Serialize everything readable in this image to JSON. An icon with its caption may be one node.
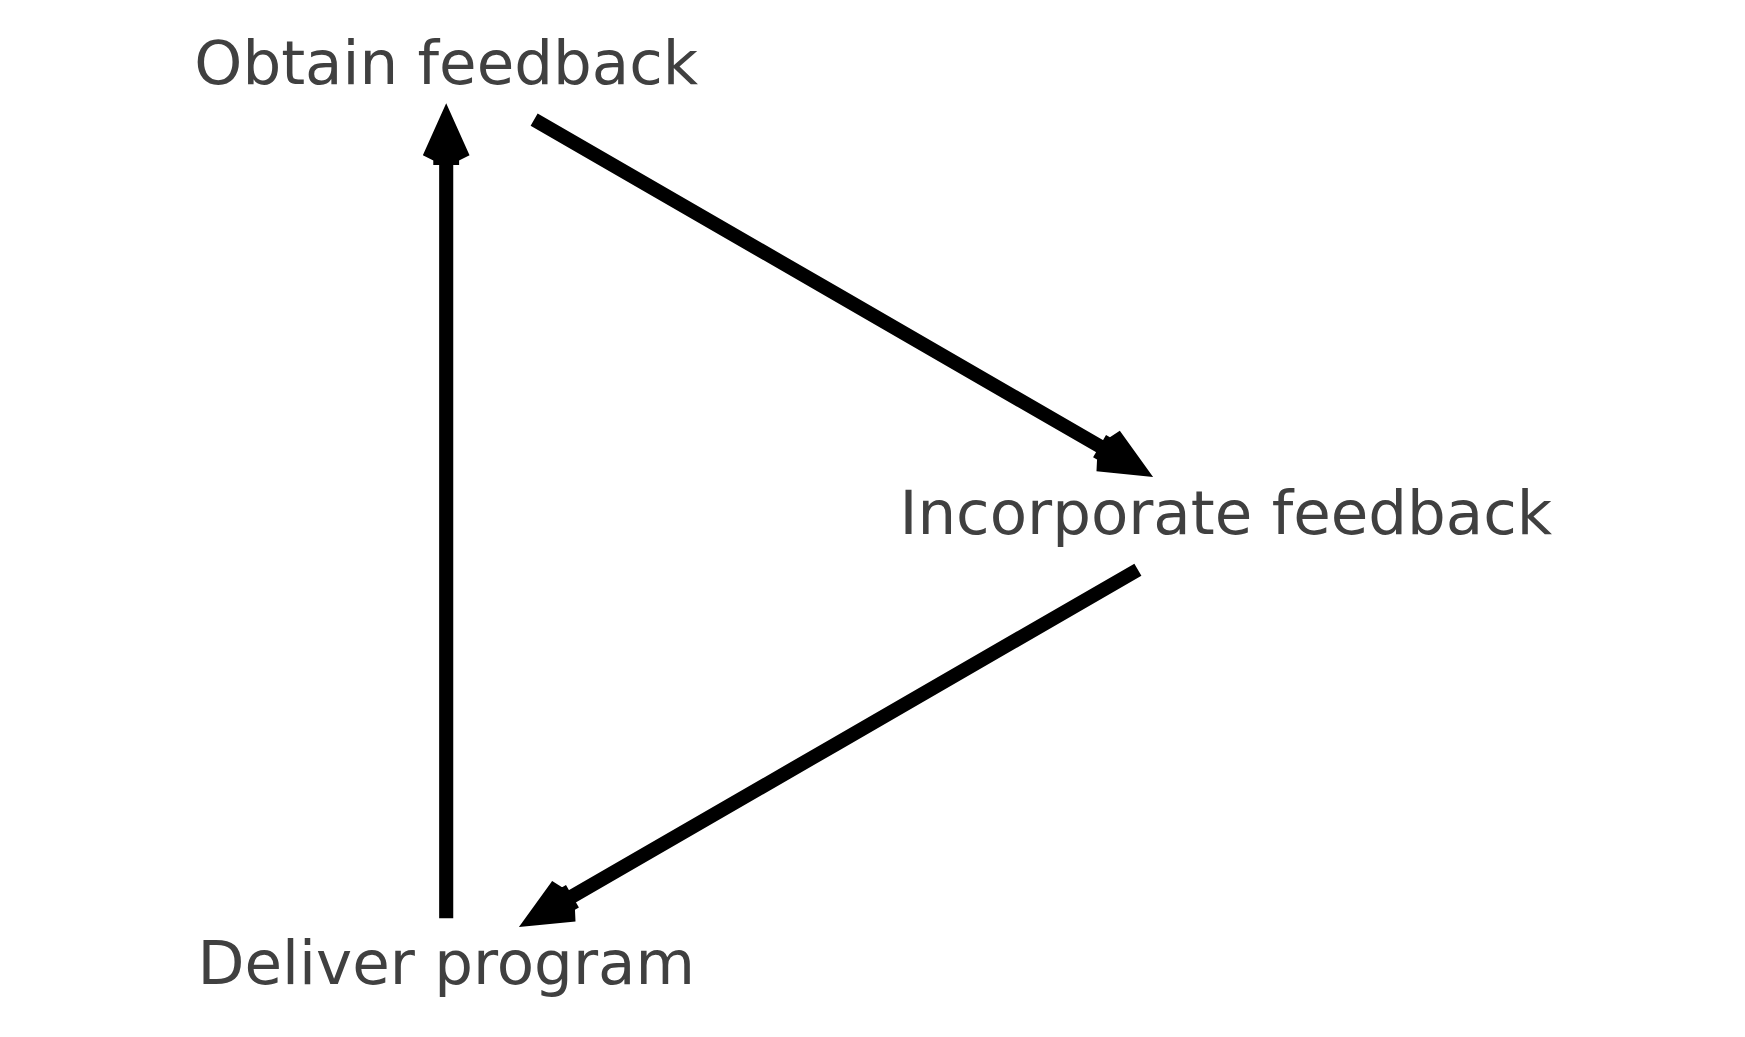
{
  "diagram": {
    "nodes": [
      {
        "text": [
          "Deliver program"
        ]
      },
      {
        "text": [
          "Obtain feedback"
        ]
      },
      {
        "text": [
          "Incorporate feedback"
        ]
      }
    ],
    "edges": [
      {
        "from": 0,
        "to": 1,
        "arrow": "to"
      },
      {
        "from": 1,
        "to": 2,
        "arrow": "to"
      },
      {
        "from": 2,
        "to": 0,
        "arrow": "to"
      }
    ]
  }
}
